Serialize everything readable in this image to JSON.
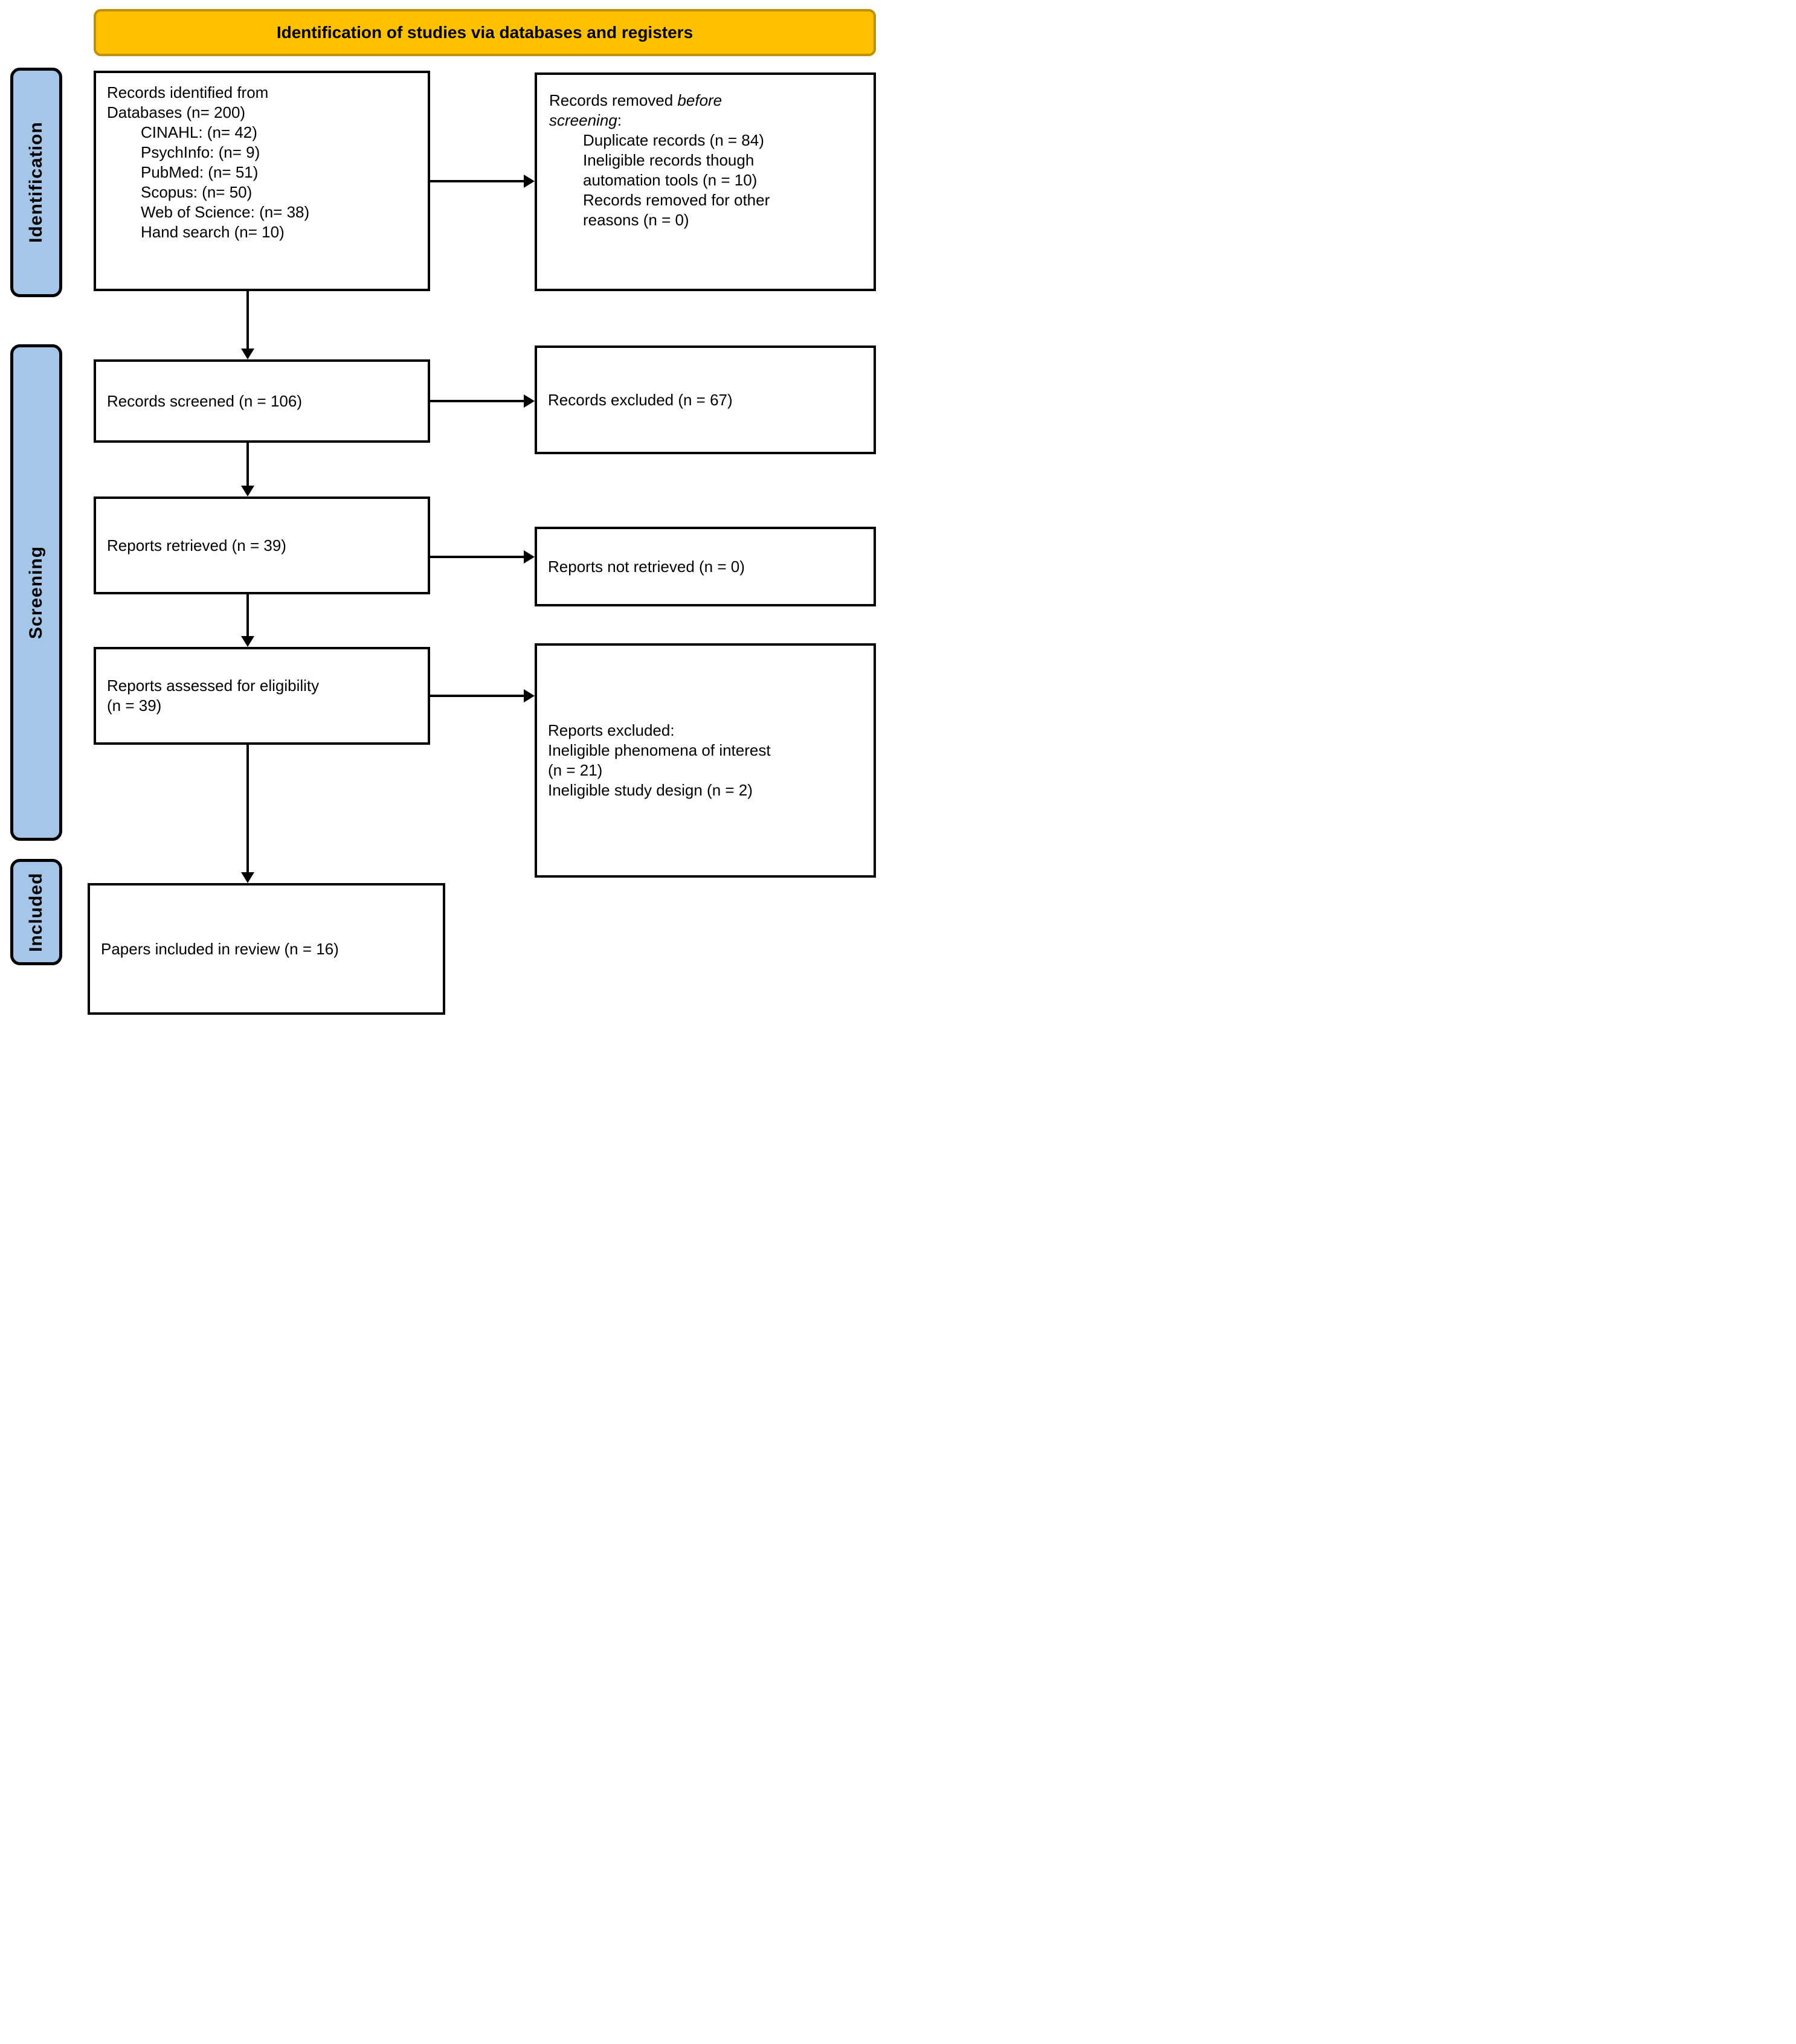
{
  "title": "Identification of studies via databases and registers",
  "stage_labels": {
    "identification": "Identification",
    "screening": "Screening",
    "included": "Included"
  },
  "boxes": {
    "records_identified": {
      "lines": [
        "Records identified from",
        "Databases (n= 200)",
        "CINAHL: (n= 42)",
        "PsychInfo: (n= 9)",
        "PubMed: (n= 51)",
        "Scopus: (n= 50)",
        "Web of Science: (n= 38)",
        "Hand search (n= 10)"
      ]
    },
    "records_removed": {
      "heading": {
        "normal1": "Records removed ",
        "italic1": "before",
        "italic2": "screening",
        "normal2": ":"
      },
      "items": [
        "Duplicate records (n = 84)",
        "Ineligible records though",
        "automation tools (n = 10)",
        "Records removed for other",
        "reasons (n = 0)"
      ]
    },
    "records_screened": {
      "text": "Records screened (n = 106)"
    },
    "records_excluded": {
      "text": "Records excluded (n = 67)"
    },
    "reports_retrieved": {
      "text": "Reports retrieved (n = 39)"
    },
    "reports_not_retrieved": {
      "text": "Reports not retrieved (n = 0)"
    },
    "reports_assessed": {
      "lines": [
        "Reports assessed for eligibility",
        "(n = 39)"
      ]
    },
    "reports_excluded": {
      "lines": [
        "Reports excluded:",
        "Ineligible phenomena of interest",
        "(n = 21)",
        "Ineligible study design (n = 2)"
      ]
    },
    "papers_included": {
      "text": "Papers included in review (n = 16)"
    }
  },
  "colors": {
    "banner_fill": "#FFC000",
    "banner_border": "#BF9000",
    "stage_fill": "#A5C6E8",
    "box_border": "#000000"
  }
}
